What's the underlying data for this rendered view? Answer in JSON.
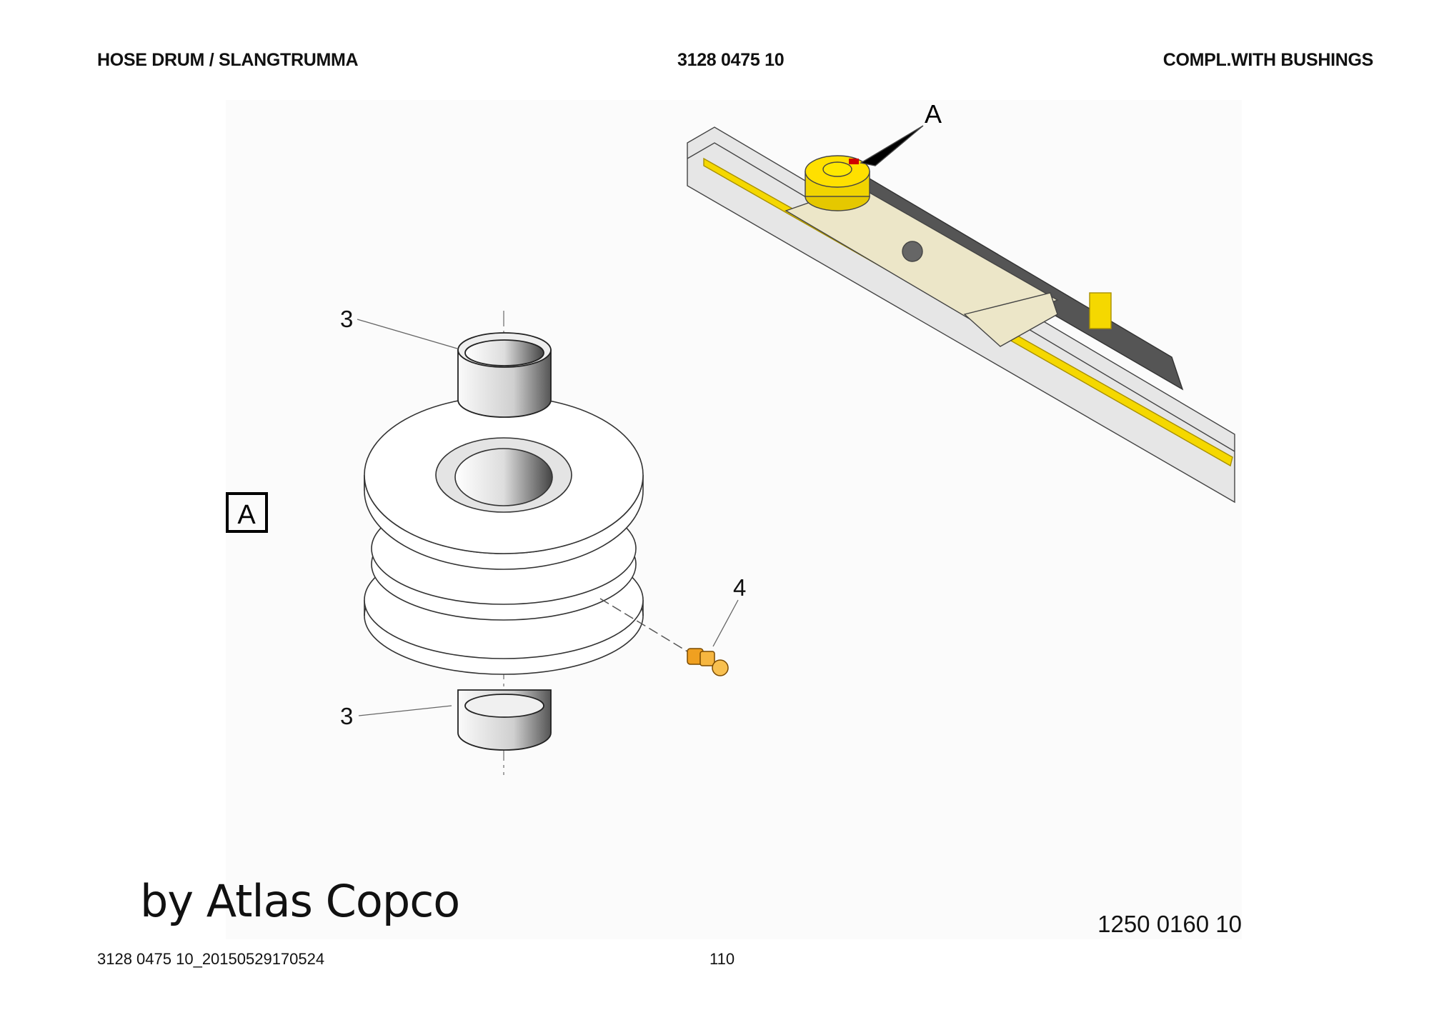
{
  "header": {
    "title": "HOSE DRUM / SLANGTRUMMA",
    "part_number": "3128 0475 10",
    "description": "COMPL.WITH BUSHINGS"
  },
  "drawing": {
    "detail_label": "A",
    "detail_pointer_label": "A",
    "callouts": [
      "3",
      "3",
      "4"
    ]
  },
  "brand": "by Atlas Copco",
  "figure_number": "1250 0160 10",
  "footer": {
    "document_id": "3128 0475 10_20150529170524",
    "page": "110"
  }
}
